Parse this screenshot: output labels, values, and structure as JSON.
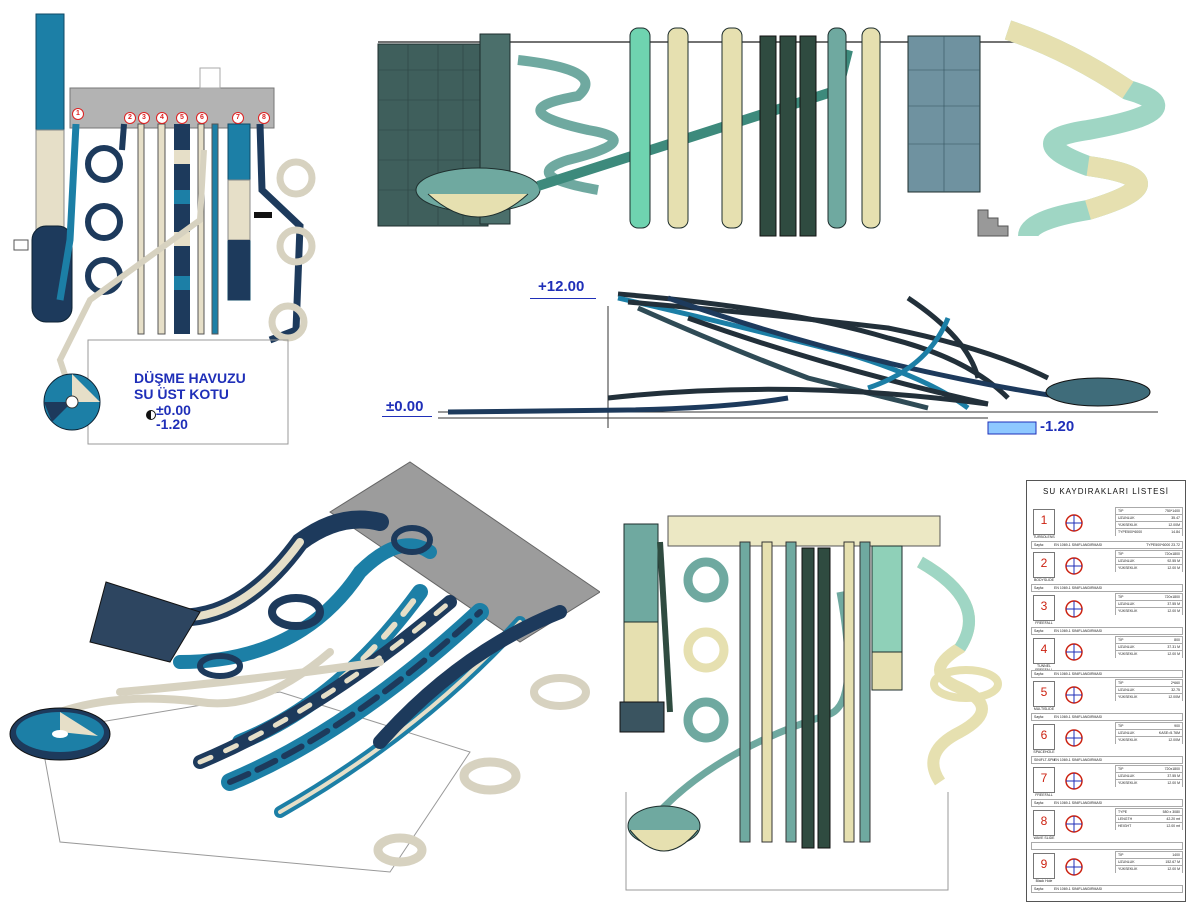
{
  "plan": {
    "pool_title_line1": "DÜŞME HAVUZU",
    "pool_title_line2": "SU ÜST KOTU",
    "level_top": "±0.00",
    "level_bottom": "-1.20",
    "markers": [
      "1",
      "2",
      "3",
      "4",
      "5",
      "6",
      "7",
      "8"
    ]
  },
  "section": {
    "level_top": "+12.00",
    "level_ground": "±0.00",
    "level_pool": "-1.20"
  },
  "list": {
    "title": "SU  KAYDIRAKLARI  LİSTESİ",
    "rows": [
      {
        "num": "1",
        "name": "TURBOLENS",
        "kv": [
          [
            "TİP",
            "750*1400"
          ],
          [
            "UZUNLUK",
            "35.47"
          ],
          [
            "YÜKSEKLİK",
            "12.00M"
          ],
          [
            "TYPE500*6000",
            "14.84"
          ]
        ],
        "foot": [
          "Sayfa:",
          "EN 1069-1 SINIFLANDIRMASI",
          "TYPE500*6000 23.72"
        ]
      },
      {
        "num": "2",
        "name": "BODYSLIDE",
        "kv": [
          [
            "TİP",
            "720x1800"
          ],
          [
            "UZUNLUK",
            "92.55 M"
          ],
          [
            "YÜKSEKLİK",
            "12.00 M"
          ]
        ],
        "foot": [
          "Sayfa:",
          "EN 1069-1 SINIFLANDIRMASI",
          ""
        ]
      },
      {
        "num": "3",
        "name": "FREEFALL",
        "kv": [
          [
            "TİP",
            "720x1800"
          ],
          [
            "UZUNLUK",
            "37.55 M"
          ],
          [
            "YÜKSEKLİK",
            "12.00 M"
          ]
        ],
        "foot": [
          "Sayfa:",
          "EN 1069-1 SINIFLANDIRMASI",
          ""
        ]
      },
      {
        "num": "4",
        "name": "TUNNEL FREEFALL",
        "kv": [
          [
            "TİP",
            "800"
          ],
          [
            "UZUNLUK",
            "37.31 M"
          ],
          [
            "YÜKSEKLİK",
            "12.00 M"
          ]
        ],
        "foot": [
          "Sayfa:",
          "EN 1069-1 SINIFLANDIRMASI",
          ""
        ]
      },
      {
        "num": "5",
        "name": "MULTISLIDE",
        "kv": [
          [
            "TİP",
            "2*660"
          ],
          [
            "UZUNLUK",
            "32.75"
          ],
          [
            "YÜKSEKLİK",
            "12.00M"
          ]
        ],
        "foot": [
          "Sayfa:",
          "EN 1069-1 SINIFLANDIRMASI",
          ""
        ]
      },
      {
        "num": "6",
        "name": "SPACEHOLE",
        "kv": [
          [
            "TİP",
            "900"
          ],
          [
            "UZUNLUK",
            "KASE=5.76M"
          ],
          [
            "YÜKSEKLİK",
            "12.00M"
          ]
        ],
        "foot": [
          "SINIFLT-SPM",
          "EN 1069-1 SINIFLANDIRMASI",
          ""
        ]
      },
      {
        "num": "7",
        "name": "FREEFALL",
        "kv": [
          [
            "TİP",
            "720x1800"
          ],
          [
            "UZUNLUK",
            "37.55 M"
          ],
          [
            "YÜKSEKLİK",
            "12.00 M"
          ]
        ],
        "foot": [
          "Sayfa:",
          "EN 1069-1 SINIFLANDIRMASI",
          ""
        ]
      },
      {
        "num": "8",
        "name": "WAVE SLIDE",
        "kv": [
          [
            "TYPE",
            "580 x 3080"
          ],
          [
            "LENGTH",
            "42.20 mt"
          ],
          [
            "HEIGHT",
            "12.00 mt"
          ]
        ],
        "foot": [
          "",
          "",
          ""
        ]
      },
      {
        "num": "9",
        "name": "Black Hole",
        "kv": [
          [
            "TİP",
            "1400"
          ],
          [
            "UZUNLUK",
            "152.67 M"
          ],
          [
            "YÜKSEKLİK",
            "12.00 M"
          ]
        ],
        "foot": [
          "Sayfa:",
          "EN 1069-1 SINIFLANDIRMASI",
          ""
        ]
      }
    ]
  },
  "colors": {
    "teal": "#1c7fa6",
    "navy": "#1d3a5c",
    "cream": "#e6dfc8",
    "mint": "#6fd3b0",
    "gray_platform": "#b3b3b3",
    "label_blue": "#1f2fb8",
    "marker_red": "#d22222"
  }
}
